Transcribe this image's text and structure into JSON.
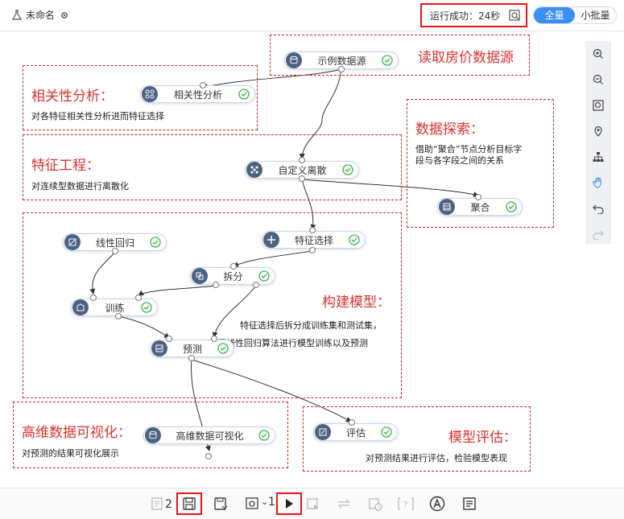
{
  "header": {
    "workflow_title": "未命名",
    "run_status": "运行成功：24秒",
    "toggle": {
      "full": "全量",
      "small_batch": "小批量",
      "active": "full"
    }
  },
  "regions": {
    "read": {
      "title": "读取房价数据源"
    },
    "corr": {
      "title": "相关性分析：",
      "desc": "对各特征相关性分析进而特征选择"
    },
    "explore": {
      "title": "数据探索：",
      "desc_line1": "借助“聚合”节点分析目标字",
      "desc_line2": "段与各字段之间的关系"
    },
    "feature": {
      "title": "特征工程：",
      "desc": "对连续型数据进行离散化"
    },
    "model": {
      "title": "构建模型：",
      "desc_line1": "特征选择后拆分成训练集和测试集，",
      "desc_line2": "使用线性回归算法进行模型训练以及预测"
    },
    "viz": {
      "title": "高维数据可视化：",
      "desc": "对预测的结果可视化展示"
    },
    "eval": {
      "title": "模型评估：",
      "desc": "对预测结果进行评估，检验模型表现"
    }
  },
  "nodes": {
    "sample_source": "示例数据源",
    "correlation": "相关性分析",
    "discretize": "自定义离散",
    "aggregate": "聚合",
    "linear_reg": "线性回归",
    "feature_select": "特征选择",
    "split": "拆分",
    "train": "训练",
    "predict": "预测",
    "hd_viz": "高维数据可视化",
    "evaluate": "评估"
  },
  "side_toolbar": [
    "zoom-in-icon",
    "zoom-out-icon",
    "fit-view-icon",
    "locate-icon",
    "layout-tree-icon",
    "pan-hand-icon",
    "undo-icon",
    "redo-icon"
  ],
  "bottom_toolbar": {
    "badge_count_1": "2",
    "badge_count_2": "1"
  },
  "colors": {
    "accent": "#3b8ff3",
    "region_border": "#c9252a",
    "region_title": "#d9322e",
    "highlight": "#e8141c",
    "node_icon": "#4b6282",
    "check": "#3bb54a"
  }
}
